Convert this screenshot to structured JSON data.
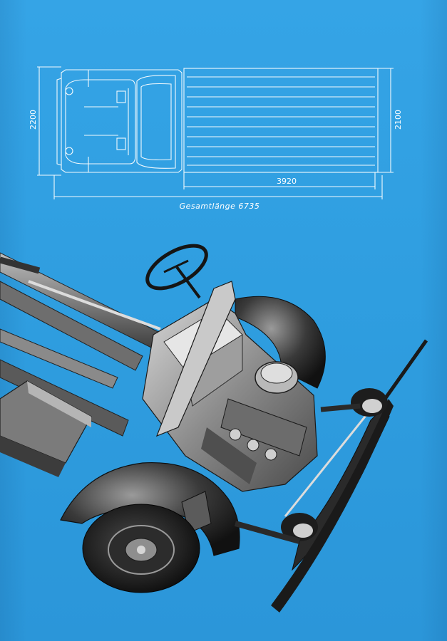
{
  "diagram": {
    "width_label": "2200",
    "bed_width_label": "2100",
    "bed_length_label": "3920",
    "total_length_label": "Gesamtlänge 6735"
  },
  "colors": {
    "background": "#2f9ee0",
    "line": "#ffffff",
    "photo_dark": "#1c1c1c",
    "photo_mid": "#6b6b6b",
    "photo_light": "#cfcfcf"
  },
  "photo": {
    "subject": "truck-chassis-photo"
  }
}
